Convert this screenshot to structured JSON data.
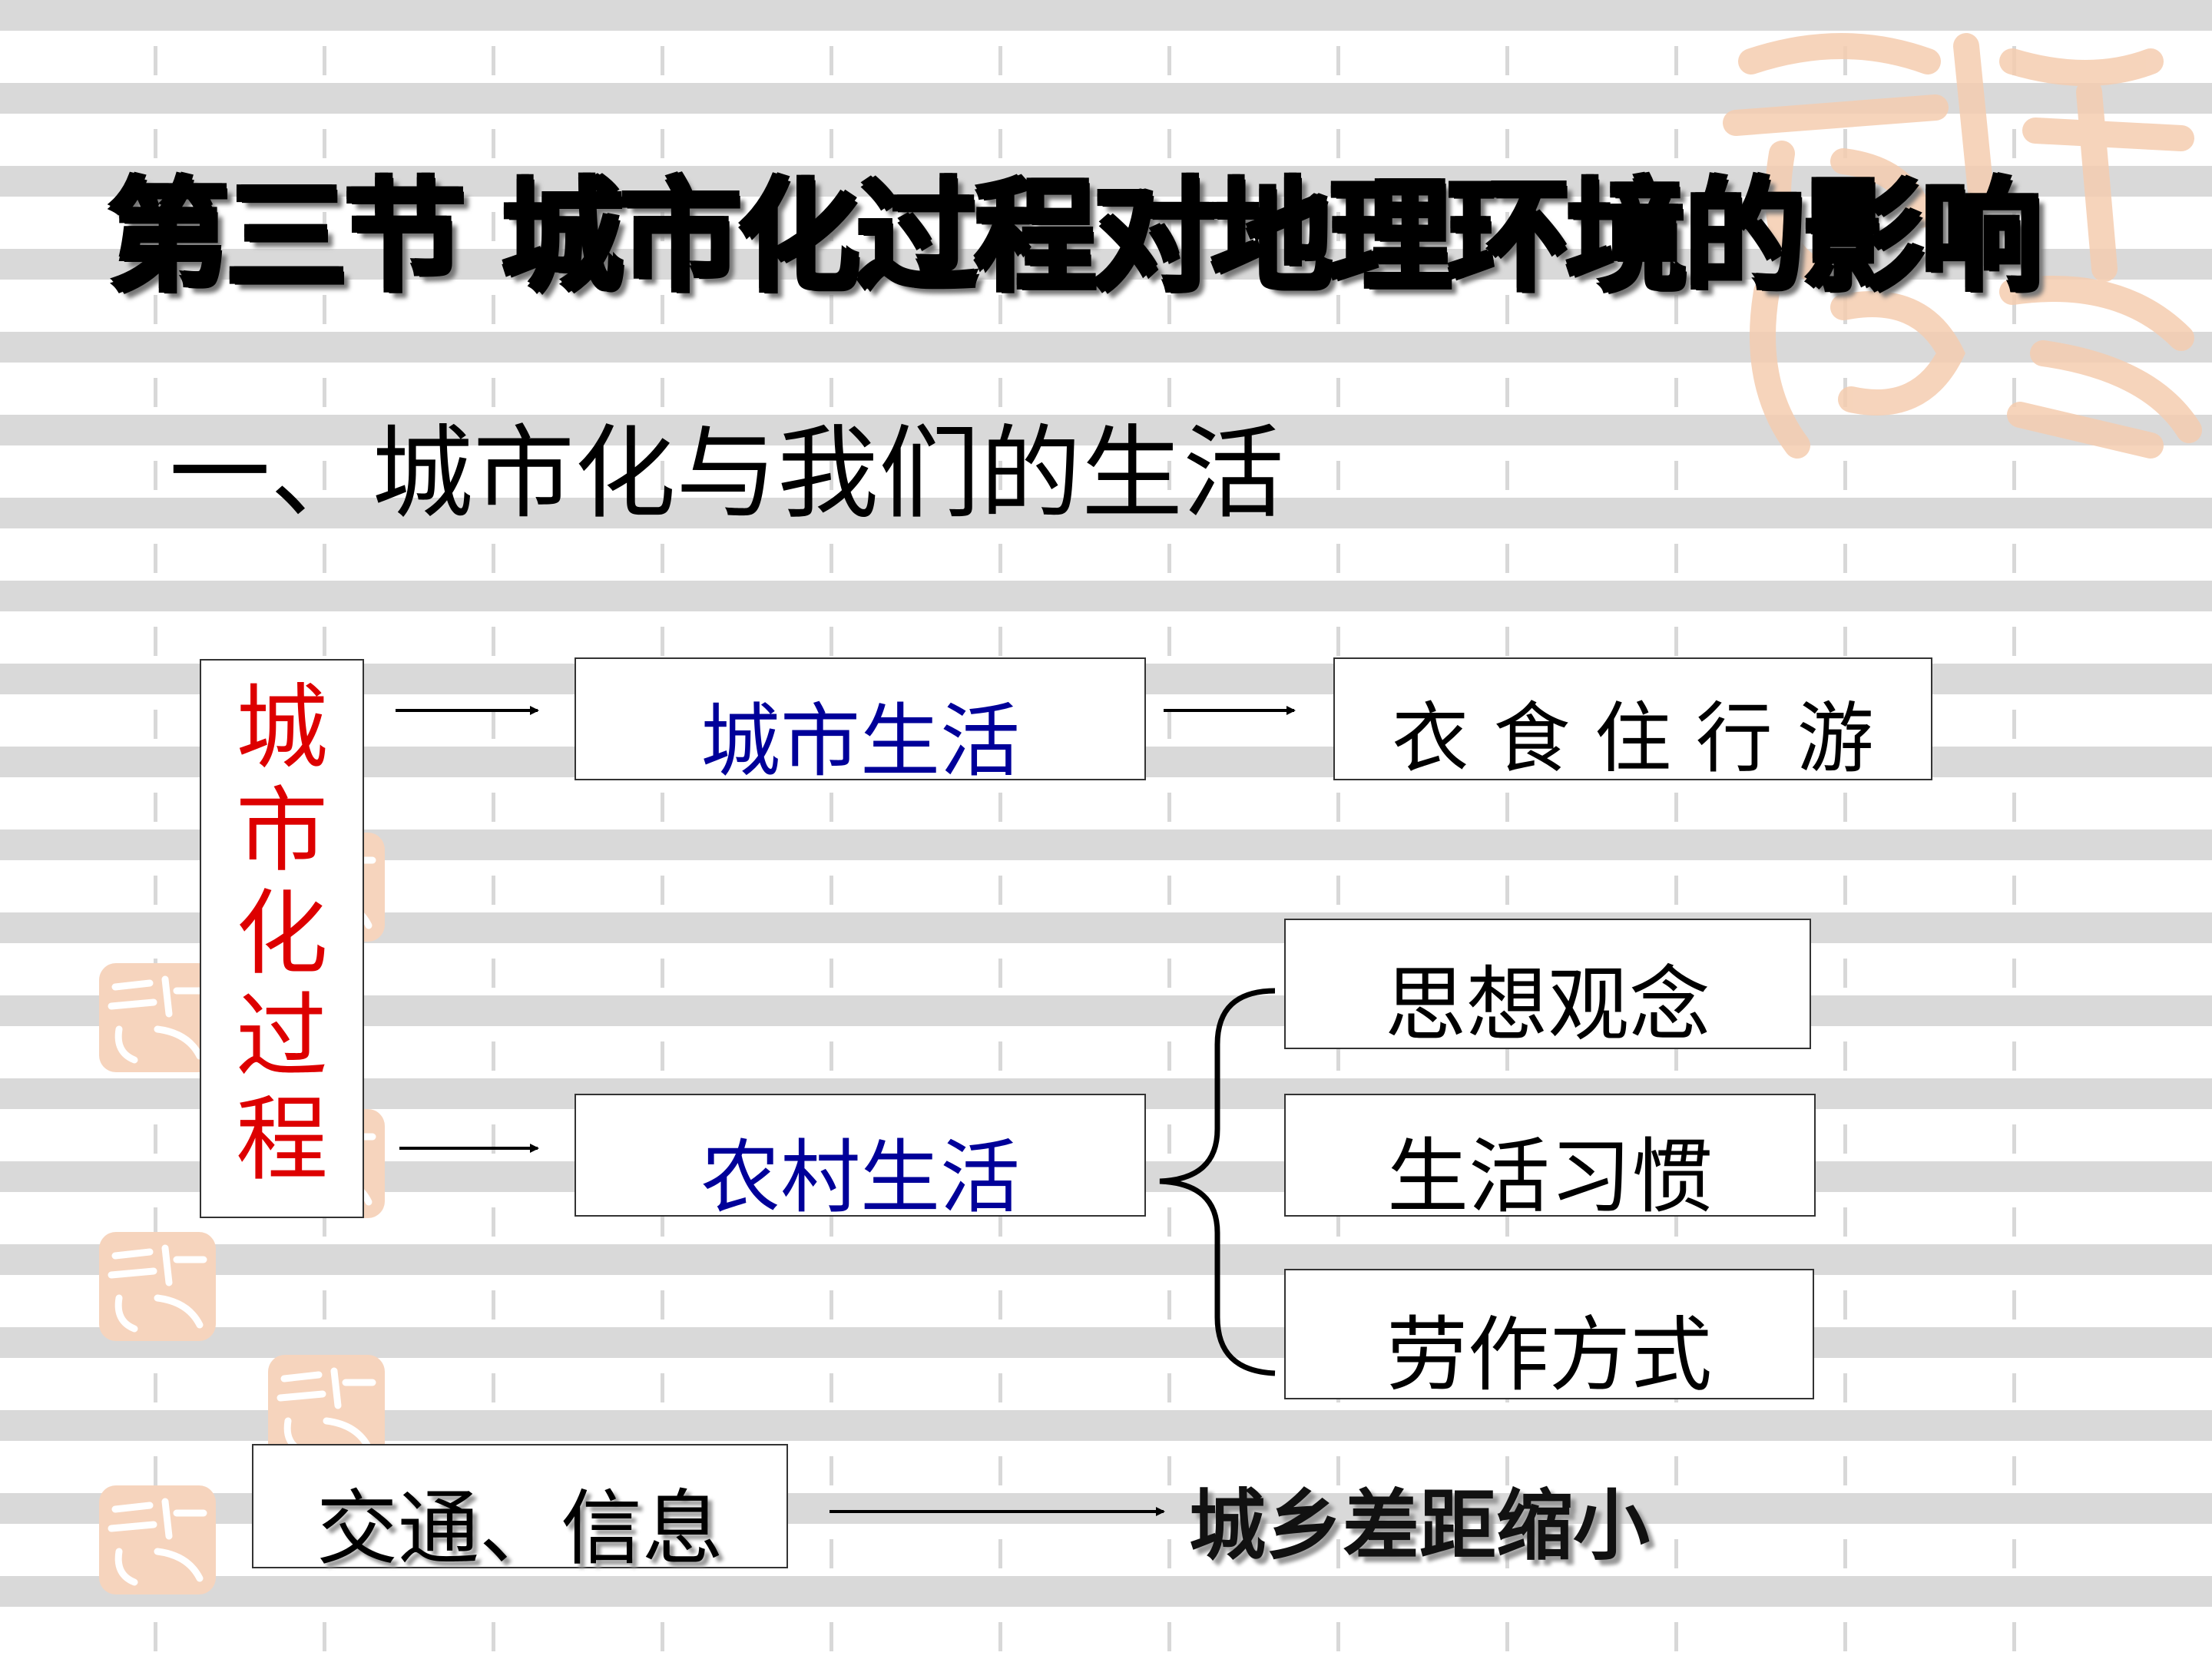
{
  "title": "第三节 城市化过程对地理环境的影响",
  "subtitle": "一、城市化与我们的生活",
  "diagram": {
    "source": {
      "text": "城\n市\n化\n过\n程",
      "color": "#dd0000"
    },
    "urban_life": {
      "text": "城市生活",
      "color": "#000099"
    },
    "urban_needs": {
      "text": "衣 食 住 行 游"
    },
    "rural_life": {
      "text": "农村生活",
      "color": "#000099"
    },
    "rural_items": [
      "思想观念",
      "生活习惯",
      "劳作方式"
    ],
    "traffic": {
      "text": "交通、信息"
    },
    "result": {
      "text": "城乡差距缩小"
    }
  },
  "decor": {
    "seal_icon": "auspicious-seal-icon",
    "seal_color": "#f3c7a6"
  }
}
